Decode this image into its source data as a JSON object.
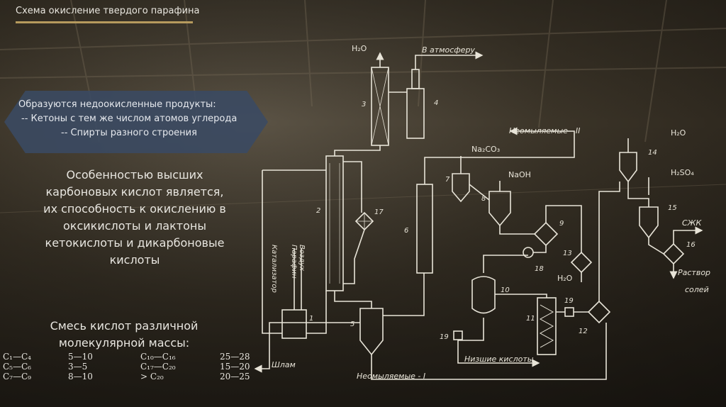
{
  "header": {
    "title": "Схема окисление твердого парафина"
  },
  "info_box": {
    "line1": "Образуются недоокисленные продукты:",
    "line2": "-- Кетоны с тем же числом атомов углерода",
    "line3": "-- Спирты разного строения"
  },
  "paragraph": {
    "line1": "Особенностью высших",
    "line2": "карбоновых кислот является,",
    "line3": "их способность к окислению в",
    "line4": "оксикислоты и лактоны",
    "line5": "кетокислоты и дикарбоновые",
    "line6": "кислоты"
  },
  "mixture": {
    "title_line1": "Смесь кислот различной",
    "title_line2": "молекулярной массы:",
    "rows": [
      {
        "a": "C₁—C₄",
        "b": "5—10",
        "c": "C₁₀—C₁₆",
        "d": "25—28"
      },
      {
        "a": "C₅—C₆",
        "b": "3—5",
        "c": "C₁₇—C₂₀",
        "d": "15—20"
      },
      {
        "a": "C₇—C₉",
        "b": "8—10",
        "c": "> C₂₀",
        "d": "20—25"
      }
    ]
  },
  "diagram": {
    "h2o_top": "H₂O",
    "atmosphere": "В атмосферу",
    "unsap2": "Неомыляемые - II",
    "na2co3": "Na₂CO₃",
    "naoh": "NaOH",
    "h2o_right": "H₂O",
    "h2so4": "H₂SO₄",
    "szhk": "СЖК",
    "salt1": "Раствор",
    "salt2": "солей",
    "h2o_mid": "H₂O",
    "sludge": "Шлам",
    "lower_acids": "Низшие кислоты",
    "unsap1": "Неомыляемые - I",
    "paraffin": "Парафин",
    "air": "Воздух",
    "catalyst": "Катализатор",
    "n1": "1",
    "n2": "2",
    "n3": "3",
    "n4": "4",
    "n5": "5",
    "n6": "6",
    "n7": "7",
    "n8": "8",
    "n9": "9",
    "n10": "10",
    "n11": "11",
    "n12": "12",
    "n13": "13",
    "n14": "14",
    "n15": "15",
    "n16": "16",
    "n17": "17",
    "n18": "18",
    "n19a": "19",
    "n19b": "19"
  }
}
